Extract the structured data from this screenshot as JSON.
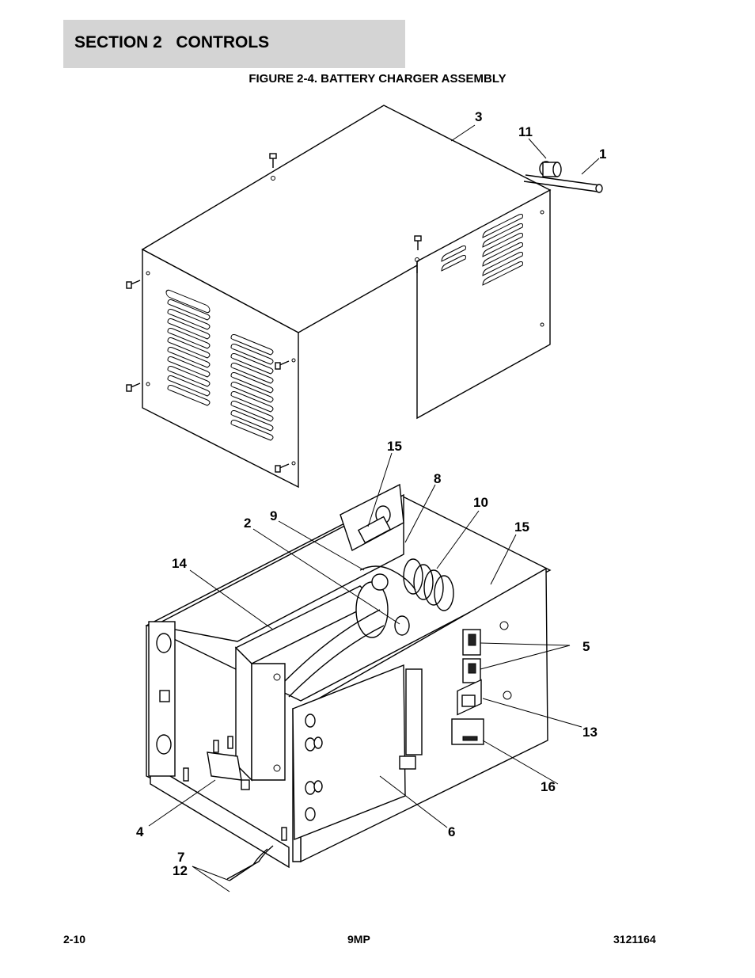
{
  "header": {
    "section_label": "SECTION 2   CONTROLS",
    "figure_title": "FIGURE 2-4. BATTERY CHARGER ASSEMBLY"
  },
  "callouts": [
    {
      "id": "c3",
      "label": "3"
    },
    {
      "id": "c11",
      "label": "11"
    },
    {
      "id": "c1",
      "label": "1"
    },
    {
      "id": "c15a",
      "label": "15"
    },
    {
      "id": "c8",
      "label": "8"
    },
    {
      "id": "c10",
      "label": "10"
    },
    {
      "id": "c9",
      "label": "9"
    },
    {
      "id": "c2",
      "label": "2"
    },
    {
      "id": "c15b",
      "label": "15"
    },
    {
      "id": "c14",
      "label": "14"
    },
    {
      "id": "c5",
      "label": "5"
    },
    {
      "id": "c13",
      "label": "13"
    },
    {
      "id": "c16",
      "label": "16"
    },
    {
      "id": "c4",
      "label": "4"
    },
    {
      "id": "c6",
      "label": "6"
    },
    {
      "id": "c7",
      "label": "7"
    },
    {
      "id": "c12",
      "label": "12"
    }
  ],
  "footer": {
    "page_number": "2-10",
    "model": "9MP",
    "doc_number": "3121164"
  }
}
